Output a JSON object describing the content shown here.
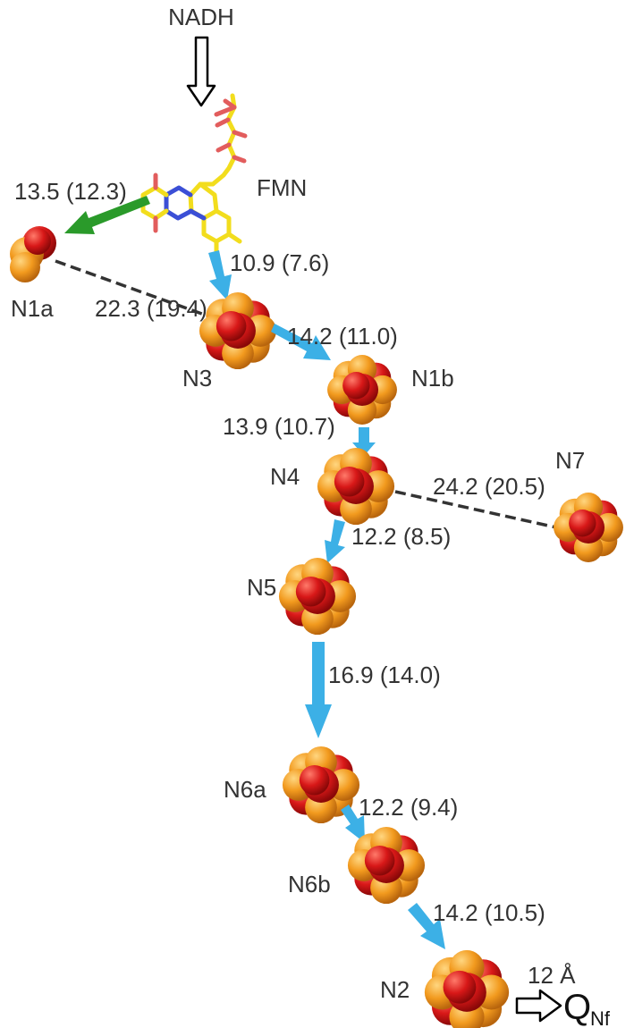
{
  "input": {
    "label": "NADH"
  },
  "cofactor": {
    "label": "FMN"
  },
  "clusters": {
    "n1a": "N1a",
    "n3": "N3",
    "n1b": "N1b",
    "n4": "N4",
    "n7": "N7",
    "n5": "N5",
    "n6a": "N6a",
    "n6b": "N6b",
    "n2": "N2"
  },
  "distances": {
    "fmn_n1a": "13.5 (12.3)",
    "fmn_n3": "10.9 (7.6)",
    "n1a_n3": "22.3 (19.4)",
    "n3_n1b": "14.2 (11.0)",
    "n1b_n4": "13.9 (10.7)",
    "n4_n7": "24.2 (20.5)",
    "n4_n5": "12.2 (8.5)",
    "n5_n6a": "16.9 (14.0)",
    "n6a_n6b": "12.2 (9.4)",
    "n6b_n2": "14.2 (10.5)",
    "n2_q": "12 Å"
  },
  "output": {
    "label": "Q",
    "subscript": "Nf"
  },
  "colors": {
    "electron_arrow": "#3cb0e6",
    "fmn_arrow": "#2a9a2a",
    "iron_sphere": "#e89a22",
    "sulfur_sphere": "#d62020",
    "fmn_carbon": "#f2dd1d"
  }
}
